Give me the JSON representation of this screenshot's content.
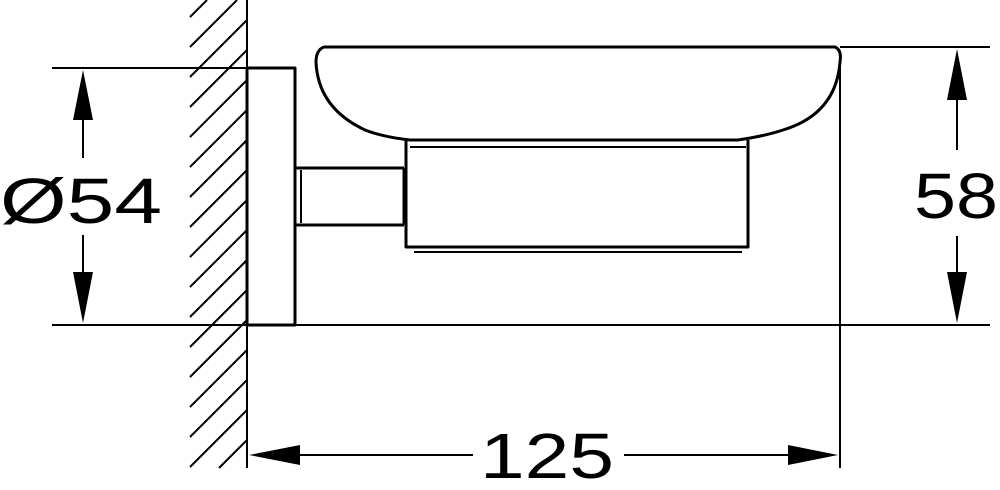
{
  "colors": {
    "line": "#000000",
    "background": "#ffffff"
  },
  "dimensions": {
    "diameter": "Ø54",
    "height": "58",
    "depth": "125"
  }
}
